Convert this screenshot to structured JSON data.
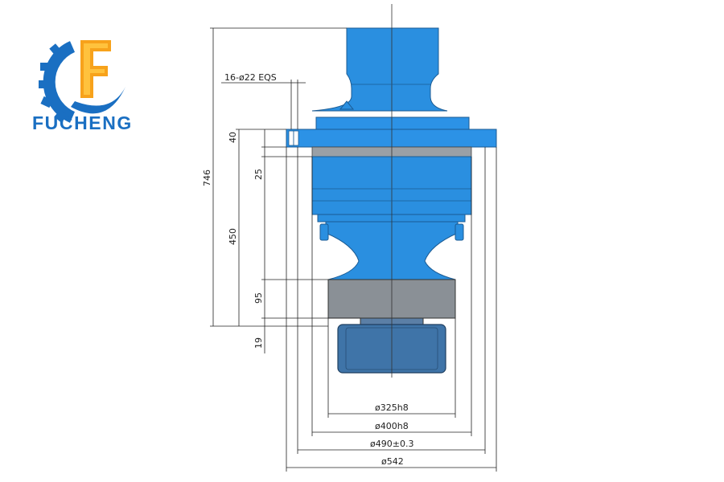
{
  "brand": {
    "name": "FUCHENG",
    "colors": {
      "primary": "#1a6fc2",
      "accent": "#f7a21b"
    }
  },
  "drawing": {
    "colors": {
      "body": "#2a8fe0",
      "flange": "#2c92e6",
      "band": "#8a9096",
      "lower": "#3f74a8",
      "line": "#222222"
    },
    "hole_note": "16-ø22 EQS",
    "heights": {
      "overall": "746",
      "flange": "40",
      "skirt": "25",
      "body": "450",
      "spigot": "95",
      "pilot": "19"
    },
    "diameters": {
      "d325": "ø325h8",
      "d400": "ø400h8",
      "d490": "ø490±0.3",
      "d542": "ø542"
    }
  }
}
